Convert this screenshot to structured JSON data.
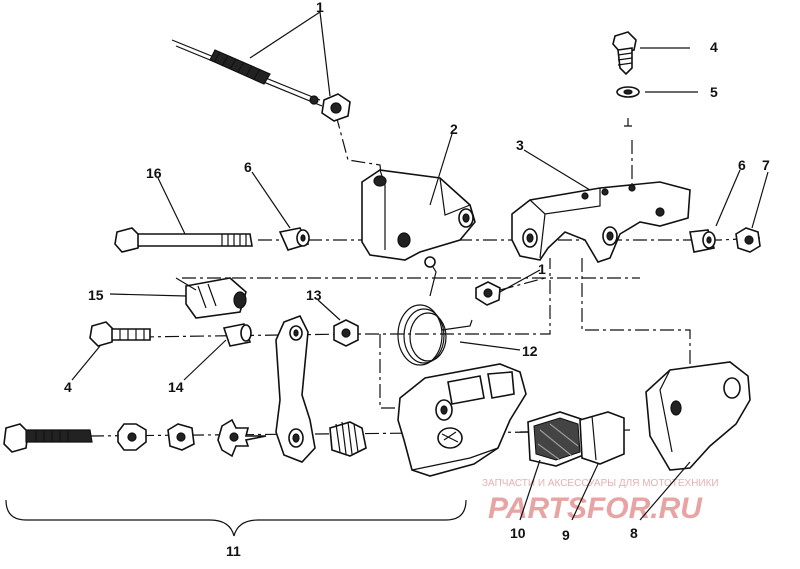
{
  "callouts": [
    {
      "id": "c1a",
      "text": "1"
    },
    {
      "id": "c1b",
      "text": "1"
    },
    {
      "id": "c2",
      "text": "2"
    },
    {
      "id": "c3",
      "text": "3"
    },
    {
      "id": "c4a",
      "text": "4"
    },
    {
      "id": "c4b",
      "text": "4"
    },
    {
      "id": "c5",
      "text": "5"
    },
    {
      "id": "c6a",
      "text": "6"
    },
    {
      "id": "c6b",
      "text": "6"
    },
    {
      "id": "c7",
      "text": "7"
    },
    {
      "id": "c8",
      "text": "8"
    },
    {
      "id": "c9",
      "text": "9"
    },
    {
      "id": "c10",
      "text": "10"
    },
    {
      "id": "c11",
      "text": "11"
    },
    {
      "id": "c12",
      "text": "12"
    },
    {
      "id": "c13",
      "text": "13"
    },
    {
      "id": "c14",
      "text": "14"
    },
    {
      "id": "c15",
      "text": "15"
    },
    {
      "id": "c16",
      "text": "16"
    }
  ],
  "watermark": {
    "caption": "ЗАПЧАСТИ И АКСЕССУАРЫ ДЛЯ МОТОТЕХНИКИ",
    "brand": "PARTSFOR.RU"
  },
  "colors": {
    "ink": "#111111",
    "watermark": "#e8a3a3",
    "background": "#ffffff"
  }
}
